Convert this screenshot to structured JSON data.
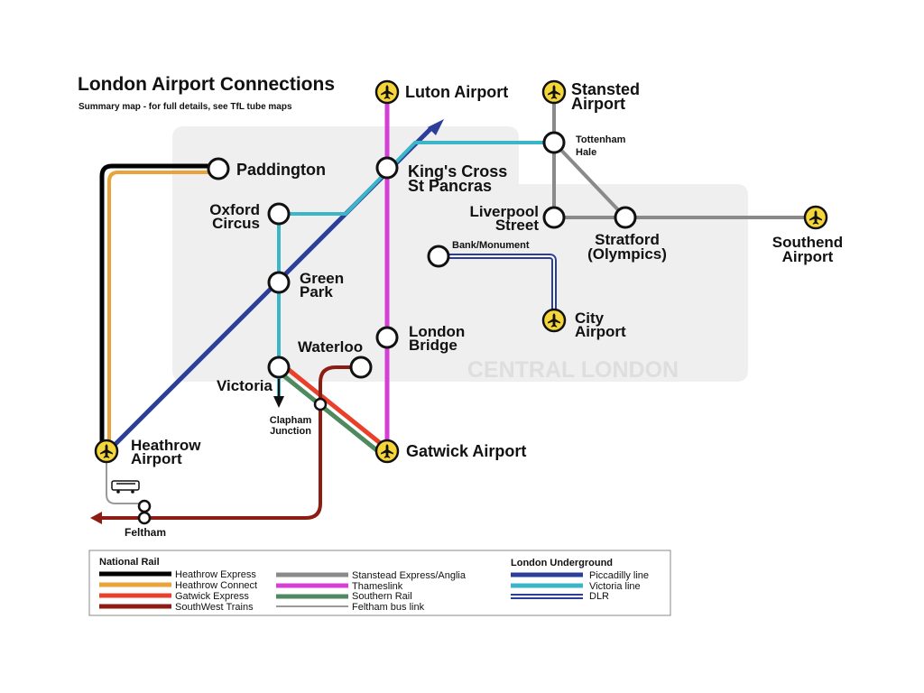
{
  "title": "London Airport Connections",
  "subtitle": "Summary map - for full details, see TfL tube maps",
  "zone_label": "CENTRAL LONDON",
  "colors": {
    "heathrow_express": "#000000",
    "heathrow_connect": "#e8a33a",
    "gatwick_express": "#e8402a",
    "southwest_trains": "#8c1c14",
    "stansted_express": "#8a8a8a",
    "thameslink": "#d63fd6",
    "southern": "#4d8a5f",
    "feltham_bus": "#9a9a9a",
    "piccadilly": "#2b3f9a",
    "victoria": "#3bb5c8",
    "dlr": "#2b3f9a",
    "airport_icon": "#f5d63a",
    "central_zone": "#efefef"
  },
  "stations": {
    "luton": [
      "Luton Airport"
    ],
    "stansted": [
      "Stansted",
      "Airport"
    ],
    "tottenham_hale": [
      "Tottenham",
      "Hale"
    ],
    "paddington": [
      "Paddington"
    ],
    "kings_cross": [
      "King's Cross",
      "St Pancras"
    ],
    "oxford_circus": [
      "Oxford",
      "Circus"
    ],
    "liverpool_street": [
      "Liverpool",
      "Street"
    ],
    "stratford": [
      "Stratford",
      "(Olympics)"
    ],
    "southend": [
      "Southend",
      "Airport"
    ],
    "bank": [
      "Bank/Monument"
    ],
    "green_park": [
      "Green",
      "Park"
    ],
    "city_airport": [
      "City",
      "Airport"
    ],
    "london_bridge": [
      "London",
      "Bridge"
    ],
    "waterloo": [
      "Waterloo"
    ],
    "victoria": [
      "Victoria"
    ],
    "clapham": [
      "Clapham",
      "Junction"
    ],
    "heathrow": [
      "Heathrow",
      "Airport"
    ],
    "gatwick": [
      "Gatwick Airport"
    ],
    "feltham": [
      "Feltham"
    ]
  },
  "legend": {
    "national_rail_title": "National Rail",
    "underground_title": "London Underground",
    "heathrow_express": "Heathrow Express",
    "heathrow_connect": "Heathrow Connect",
    "gatwick_express": "Gatwick Express",
    "southwest_trains": "SouthWest Trains",
    "stansted_express": "Stanstead Express/Anglia",
    "thameslink": "Thameslink",
    "southern": "Southern Rail",
    "feltham_bus": "Feltham bus link",
    "piccadilly": "Piccadilly line",
    "victoria": "Victoria line",
    "dlr": "DLR"
  }
}
